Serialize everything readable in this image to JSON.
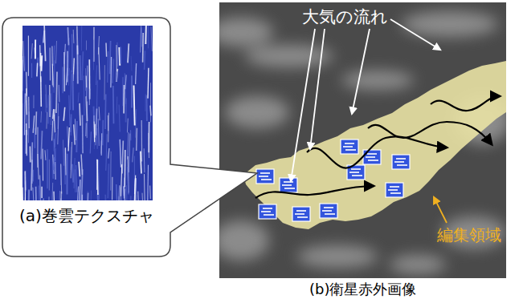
{
  "diagram": {
    "nodes": [
      {
        "text": [
          "(a)巻雲テクスチャ"
        ]
      },
      {
        "text": [
          "(b)衛星赤外画像"
        ]
      }
    ],
    "labels": [
      "大気の流れ",
      "編集領域"
    ]
  }
}
